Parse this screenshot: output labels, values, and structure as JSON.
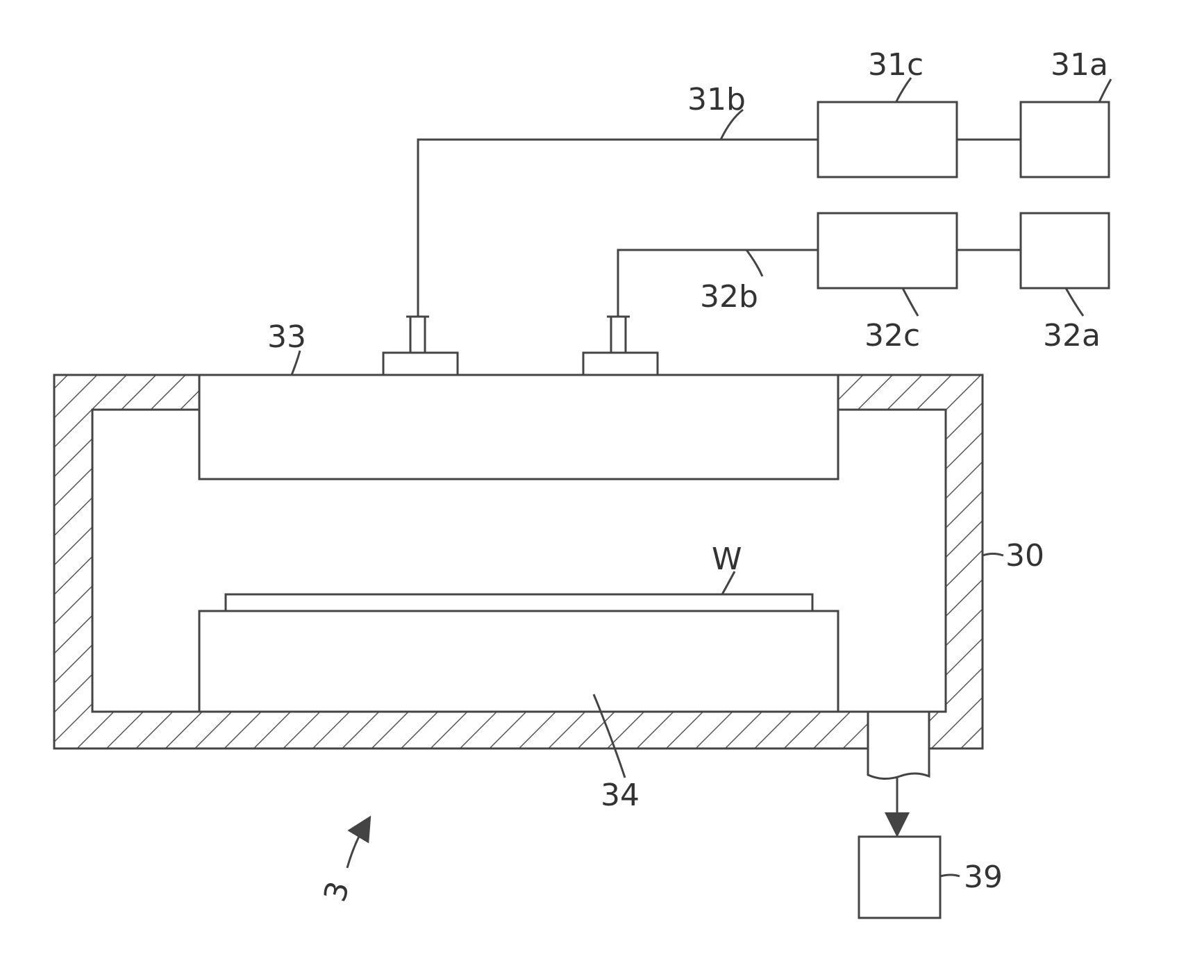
{
  "labels": {
    "supply_31a": "31a",
    "controller_31c": "31c",
    "pipe_31b": "31b",
    "supply_32a": "32a",
    "controller_32c": "32c",
    "pipe_32b": "32b",
    "electrode_33": "33",
    "chamber_30": "30",
    "wafer_w": "W",
    "stage_34": "34",
    "exhaust_39": "39",
    "apparatus_3": "3"
  },
  "colors": {
    "line": "#444444",
    "hatch": "#555555",
    "background": "#ffffff"
  }
}
